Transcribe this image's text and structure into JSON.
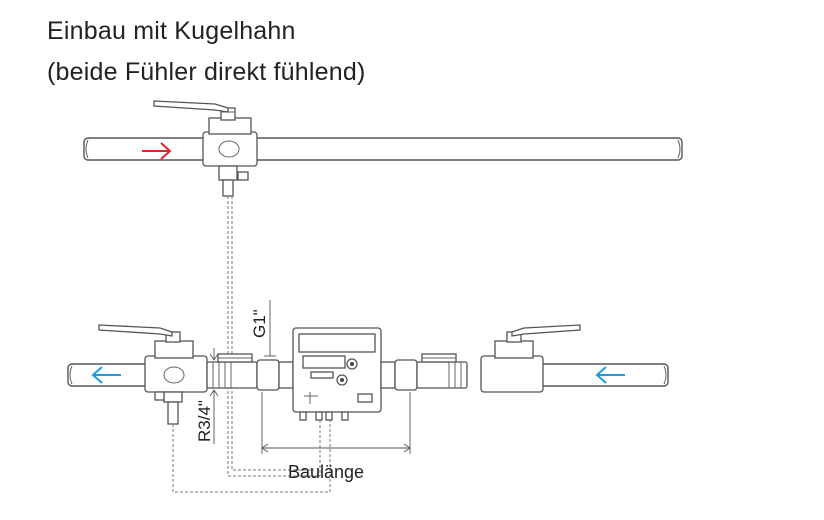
{
  "title": {
    "line1": "Einbau mit Kugelhahn",
    "line2": "(beide Fühler direkt fühlend)"
  },
  "labels": {
    "g1": "G1\"",
    "r34": "R3/4\"",
    "baulaenge": "Baulänge"
  },
  "colors": {
    "flow_supply": "#e0242b",
    "flow_return": "#1d9be3",
    "line": "#555555"
  },
  "arrows": {
    "supply_direction": "right",
    "return_direction": "left"
  }
}
